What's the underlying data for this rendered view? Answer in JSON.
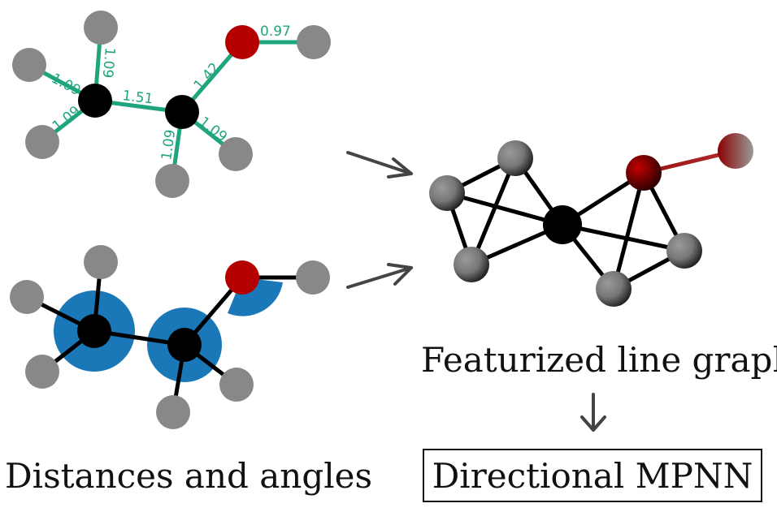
{
  "colors": {
    "bond_length_green": "#1fa57d",
    "carbon": "#000000",
    "hydrogen": "#888888",
    "oxygen": "#b50000",
    "angle_blue": "#1a78b8",
    "edge_red": "#9b1010"
  },
  "top_molecule": {
    "bond_lengths": [
      "1.09",
      "1.09",
      "1.09",
      "1.51",
      "1.42",
      "0.97",
      "1.09",
      "1.09"
    ]
  },
  "captions": {
    "left": "Distances and angles",
    "right": "Featurized line graph",
    "method": "Directional MPNN"
  }
}
